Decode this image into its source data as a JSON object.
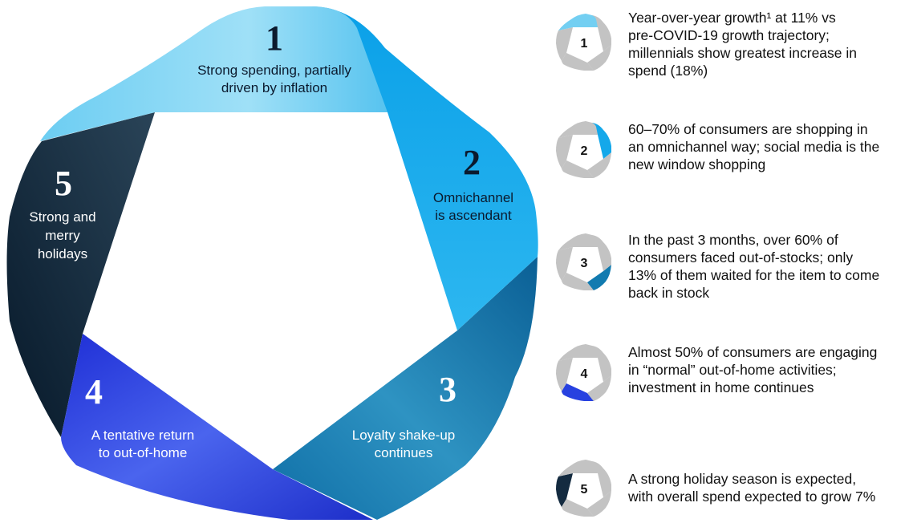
{
  "segments": [
    {
      "number": "1",
      "lines": [
        "Strong spending, partially",
        "driven by inflation"
      ],
      "color": "#73cff2"
    },
    {
      "number": "2",
      "lines": [
        "Omnichannel",
        "is ascendant"
      ],
      "color": "#14a8ea"
    },
    {
      "number": "3",
      "lines": [
        "Loyalty shake-up",
        "continues"
      ],
      "color": "#127bb0"
    },
    {
      "number": "4",
      "lines": [
        "A tentative return",
        "to out-of-home"
      ],
      "color": "#2741e0"
    },
    {
      "number": "5",
      "lines": [
        "Strong and",
        "merry",
        "holidays"
      ],
      "color": "#142b40"
    }
  ],
  "legend": [
    {
      "number": "1",
      "lines": [
        "Year-over-year growth¹ at 11% vs",
        "pre-COVID-19 growth trajectory;",
        "millennials show greatest increase in",
        "spend (18%)"
      ]
    },
    {
      "number": "2",
      "lines": [
        "60–70% of consumers are shopping in",
        "an omnichannel way; social media is the",
        "new window shopping"
      ]
    },
    {
      "number": "3",
      "lines": [
        "In the past 3 months, over 60% of",
        "consumers faced out-of-stocks; only",
        "13% of them waited for the item to come",
        "back in stock"
      ]
    },
    {
      "number": "4",
      "lines": [
        "Almost 50% of consumers are engaging",
        "in “normal” out-of-home activities;",
        "investment in home continues"
      ]
    },
    {
      "number": "5",
      "lines": [
        "A strong holiday season is expected,",
        "with overall spend expected to grow 7%"
      ]
    }
  ],
  "inactive_color": "#c3c3c3"
}
